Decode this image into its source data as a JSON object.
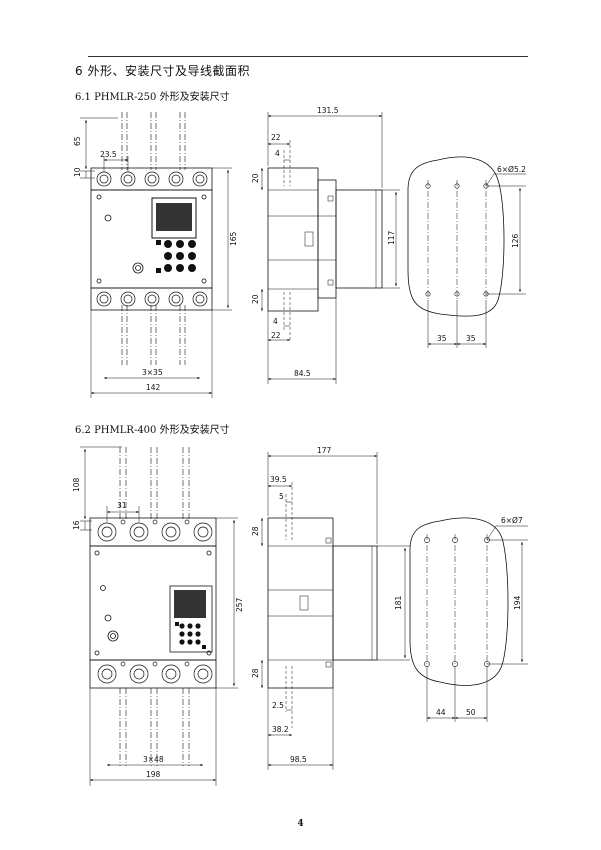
{
  "header": {
    "section_title": "6 外形、安装尺寸及导线截面积"
  },
  "section_250": {
    "title": "6.1 PHMLR-250 外形及安装尺寸",
    "front": {
      "dims": {
        "top_extension": "65",
        "top_offset": "10",
        "pole_spacing": "23.5",
        "height": "165",
        "total_pitch": "3×35",
        "width": "142"
      }
    },
    "side": {
      "dims": {
        "depth": "131.5",
        "d22_top": "22",
        "d4_top": "4",
        "d20_top": "20",
        "d117": "117",
        "d20_bot": "20",
        "d4_bot": "4",
        "d22_bot": "22",
        "base_depth": "84.5"
      }
    },
    "mount": {
      "dims": {
        "holes": "6×Ø5.2",
        "vertical": "126",
        "h1": "35",
        "h2": "35"
      }
    }
  },
  "section_400": {
    "title": "6.2 PHMLR-400 外形及安装尺寸",
    "front": {
      "dims": {
        "top_extension": "108",
        "top_offset": "16",
        "pole_spacing": "31",
        "height": "257",
        "total_pitch": "3×48",
        "width": "198"
      }
    },
    "side": {
      "dims": {
        "depth": "177",
        "d39_5": "39.5",
        "d5": "5",
        "d28_top": "28",
        "d181": "181",
        "d28_bot": "28",
        "d2_5": "2.5",
        "d38_2": "38.2",
        "base_depth": "98.5"
      }
    },
    "mount": {
      "dims": {
        "holes": "6×Ø7",
        "vertical": "194",
        "h1": "44",
        "h2": "50"
      }
    }
  },
  "page": {
    "number": "4"
  }
}
